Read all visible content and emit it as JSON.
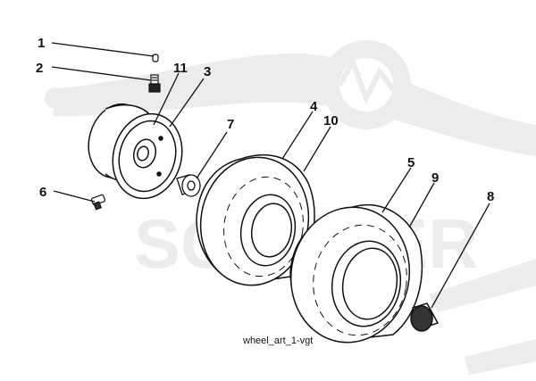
{
  "watermark": {
    "text": "SCOOTER",
    "color": "#ececec"
  },
  "callouts": [
    "1",
    "2",
    "11",
    "3",
    "7",
    "4",
    "10",
    "5",
    "9",
    "6",
    "8"
  ],
  "caption": "wheel_art_1-vgt",
  "colors": {
    "line": "#111111",
    "watermark": "#ececec"
  }
}
